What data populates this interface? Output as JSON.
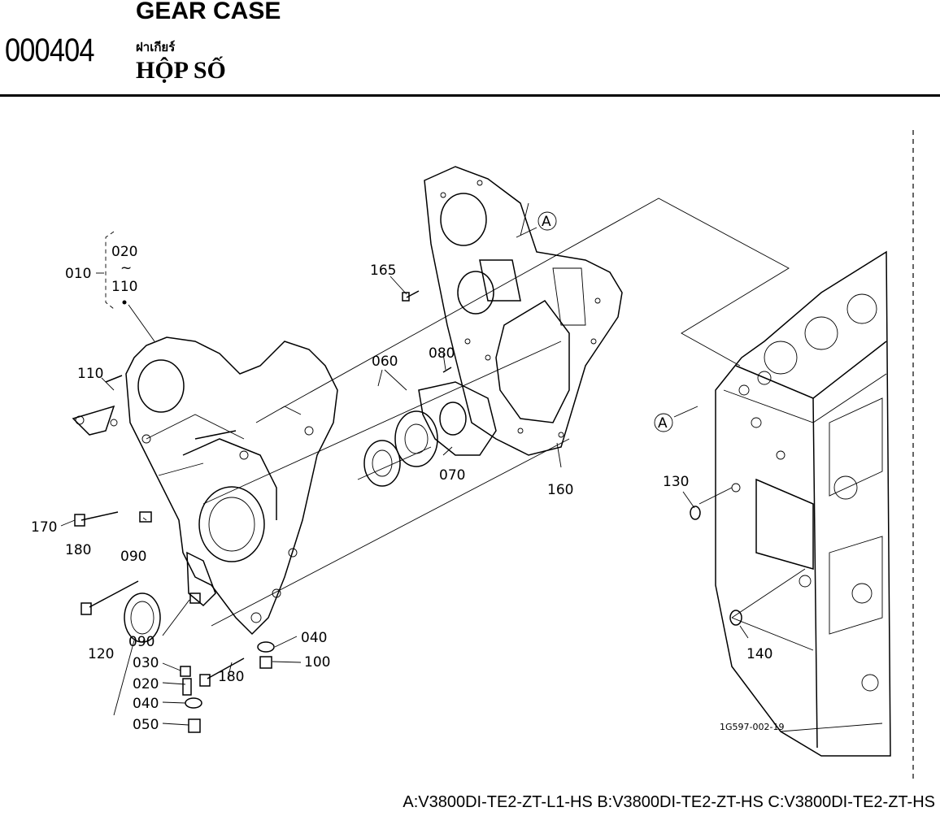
{
  "header": {
    "code": "000404",
    "title_en": "GEAR CASE",
    "title_th": "ฝาเกียร์",
    "title_vi": "HỘP SỐ"
  },
  "diagram": {
    "drawing_number": "1G597-002-19",
    "range_bracket": {
      "parent": "010",
      "from": "020",
      "tilde": "~",
      "to": "110"
    },
    "ref_marker": "A",
    "parts": [
      "020",
      "110",
      "165",
      "080",
      "060",
      "070",
      "160",
      "130",
      "170",
      "090",
      "180",
      "090",
      "120",
      "030",
      "020",
      "040",
      "050",
      "180",
      "040",
      "100",
      "140",
      "110"
    ]
  },
  "footer": {
    "models": "A:V3800DI-TE2-ZT-L1-HS B:V3800DI-TE2-ZT-HS C:V3800DI-TE2-ZT-HS"
  }
}
